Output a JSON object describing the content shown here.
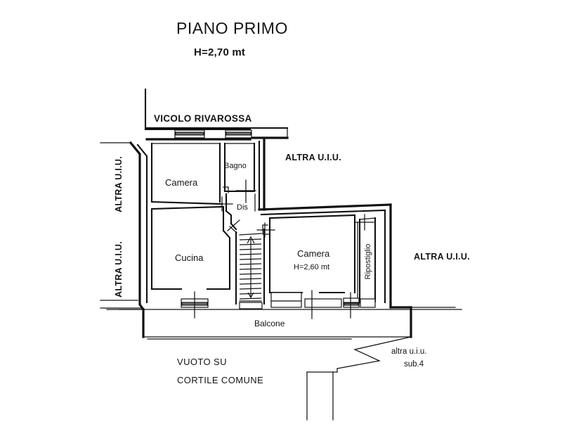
{
  "document": {
    "type": "floor-plan",
    "title": "PIANO PRIMO",
    "subtitle": "H=2,70 mt"
  },
  "street": {
    "label": "VICOLO RIVAROSSA"
  },
  "neighbors": {
    "top_right": "ALTRA U.I.U.",
    "right": "ALTRA U.I.U.",
    "left_upper": "ALTRA U.I.U.",
    "left_lower": "ALTRA U.I.U.",
    "bottom_right_line1": "altra u.i.u.",
    "bottom_right_line2": "sub.4"
  },
  "rooms": [
    {
      "id": "camera-nord",
      "label": "Camera",
      "height_note": ""
    },
    {
      "id": "bagno",
      "label": "Bagno",
      "height_note": ""
    },
    {
      "id": "disimpegno",
      "label": "Dis",
      "height_note": ""
    },
    {
      "id": "cucina",
      "label": "Cucina",
      "height_note": ""
    },
    {
      "id": "camera-est",
      "label": "Camera",
      "height_note": "H=2,60 mt"
    },
    {
      "id": "ripostiglio",
      "label": "Ripostiglio",
      "height_note": ""
    }
  ],
  "exterior": {
    "balcony": "Balcone",
    "courtyard_line1": "VUOTO SU",
    "courtyard_line2": "CORTILE COMUNE"
  },
  "stairs": {
    "direction_up": "△",
    "step_count": 13
  },
  "colors": {
    "ink": "#111111",
    "paper": "#ffffff",
    "hatch": "#6f6f6f"
  }
}
